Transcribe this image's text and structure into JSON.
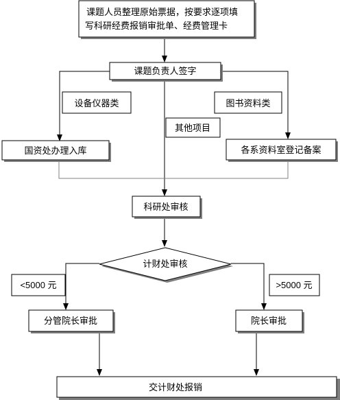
{
  "flowchart": {
    "step1": {
      "line1": "课题人员整理原始票据，按要求逐项填",
      "line2": "写科研经费报销审批单、经费管理卡"
    },
    "step2": "课题负责人签字",
    "branch_equipment": "设备仪器类",
    "branch_books": "图书资料类",
    "branch_other": "其他项目",
    "equipment_dest": "国资处办理入库",
    "books_dest": "各系资料室登记备案",
    "research_review": "科研处审核",
    "finance_review": "计财处审核",
    "cond_low": "<5000 元",
    "cond_high": ">5000 元",
    "low_approver": "分管院长审批",
    "high_approver": "院长审批",
    "final_step": "交计财处报销"
  }
}
